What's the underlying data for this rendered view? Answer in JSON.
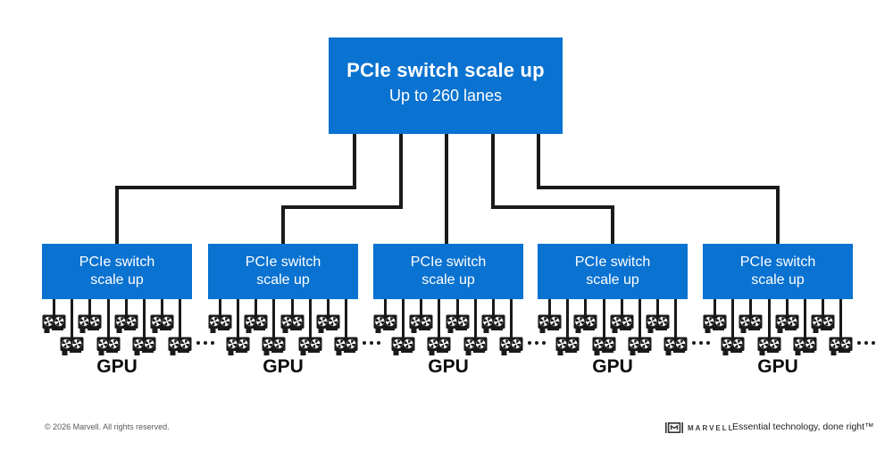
{
  "diagram": {
    "root": {
      "title": "PCIe switch scale up",
      "subtitle": "Up to 260 lanes"
    },
    "clusters": [
      {
        "line1": "PCIe switch",
        "line2": "scale up",
        "gpu_label": "GPU",
        "more": "..."
      },
      {
        "line1": "PCIe switch",
        "line2": "scale up",
        "gpu_label": "GPU",
        "more": "..."
      },
      {
        "line1": "PCIe switch",
        "line2": "scale up",
        "gpu_label": "GPU",
        "more": "..."
      },
      {
        "line1": "PCIe switch",
        "line2": "scale up",
        "gpu_label": "GPU",
        "more": "..."
      },
      {
        "line1": "PCIe switch",
        "line2": "scale up",
        "gpu_label": "GPU",
        "more": "..."
      }
    ]
  },
  "footer": {
    "copyright": "© 2026 Marvell. All rights reserved.",
    "logo_text": "MARVELL",
    "tagline": "Essential technology, done right™"
  },
  "colors": {
    "box_blue": "#0a72d0",
    "wire_black": "#1a1a1a"
  },
  "icons": {
    "gpu": "gpu-card-icon",
    "brand": "marvell-logo-icon"
  }
}
